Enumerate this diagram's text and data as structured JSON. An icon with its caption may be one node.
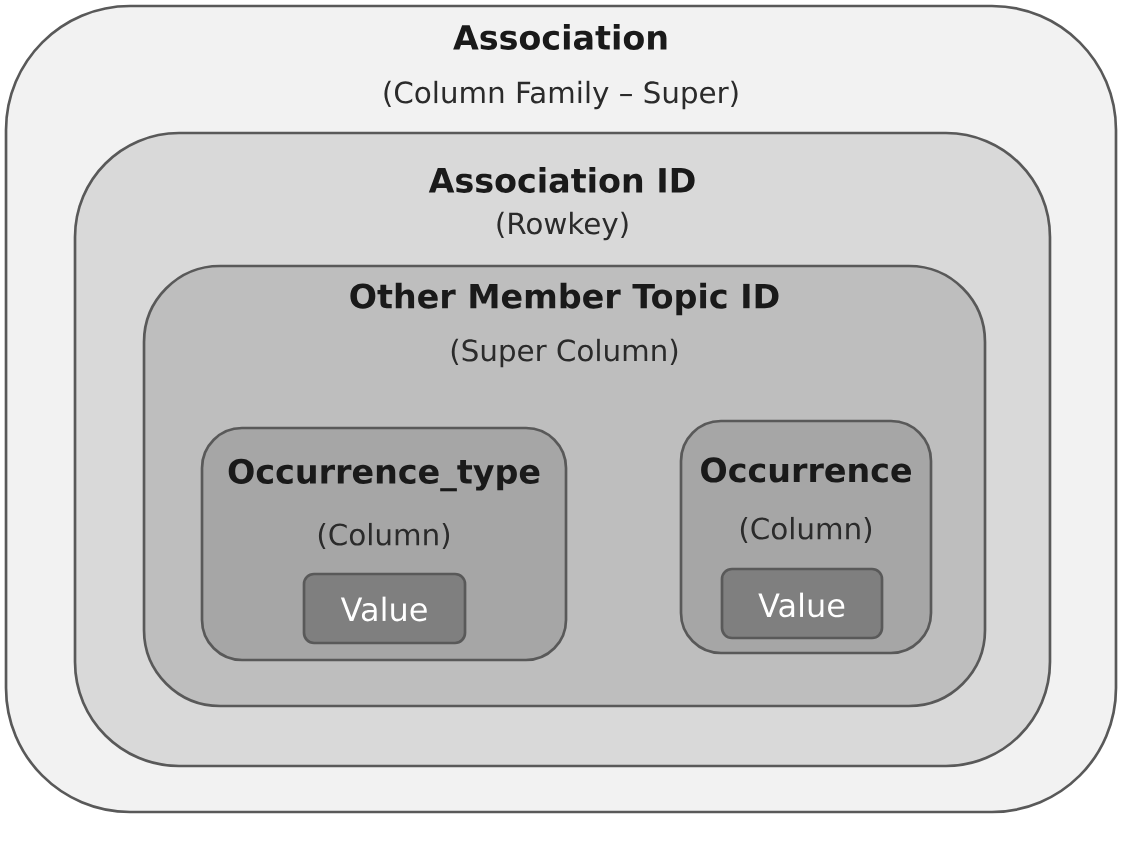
{
  "diagram": {
    "nodes": [
      {
        "text": [
          "Association",
          "(Column Family – Super)"
        ]
      },
      {
        "text": [
          "Association ID",
          "(Rowkey)"
        ],
        "in": 0
      },
      {
        "text": [
          "Other Member Topic ID",
          "(Super Column)"
        ],
        "in": 1
      },
      {
        "text": [
          "Occurrence_type",
          "(Column)"
        ],
        "in": 2
      },
      {
        "text": [
          "Value"
        ],
        "in": 3
      },
      {
        "text": [
          "Occurrence",
          "(Column)"
        ],
        "in": 2
      },
      {
        "text": [
          "Value"
        ],
        "in": 5
      }
    ]
  }
}
